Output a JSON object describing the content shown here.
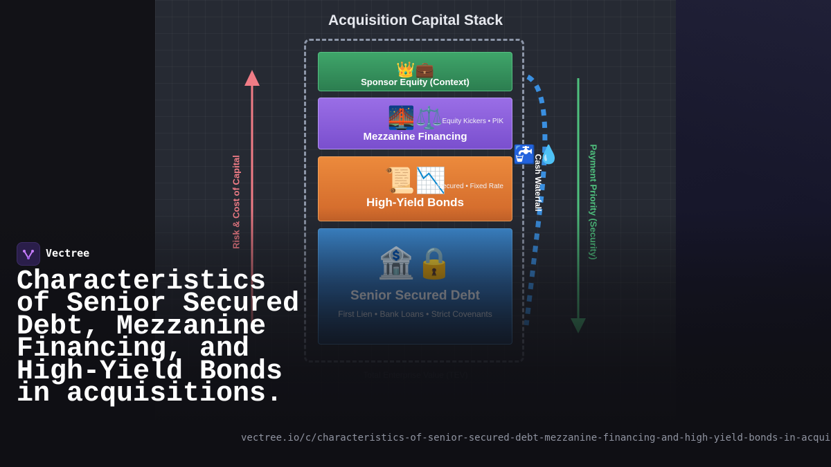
{
  "diagram": {
    "title": "Acquisition Capital Stack",
    "tiers": {
      "equity": {
        "name": "Sponsor Equity (Context)",
        "icons": "👑💼",
        "color": "#3fa56a"
      },
      "mezzanine": {
        "name": "Mezzanine Financing",
        "icons": "🌉⚖️",
        "details": "Equity Kickers • PIK",
        "color": "#8a5fdc"
      },
      "high_yield": {
        "name": "High-Yield Bonds",
        "icons": "📜📉",
        "details": "Unsecured • Fixed Rate",
        "color": "#e07a34"
      },
      "senior": {
        "name": "Senior Secured Debt",
        "icons": "🏦🔒",
        "details": "First Lien • Bank Loans • Strict Covenants",
        "color": "#3a86d0"
      }
    },
    "axes": {
      "risk_label": "Risk & Cost of Capital",
      "risk_color": "#f07c86",
      "priority_label": "Payment Priority (Security)",
      "priority_color": "#4fc07e"
    },
    "waterfall": {
      "label": "Cash Waterfall",
      "tap_icon": "🚰",
      "drop_icon": "💧",
      "color": "#3a8fe0"
    },
    "caption": "Total Enterprise Value (TEV)"
  },
  "branding": {
    "name": "Vectree",
    "headline": "Characteristics of Senior Secured Debt, Mezzanine Financing, and High-Yield Bonds in acquisitions.",
    "url": "vectree.io/c/characteristics-of-senior-secured-debt-mezzanine-financing-and-high-yield-bonds-in-acquisitions"
  }
}
